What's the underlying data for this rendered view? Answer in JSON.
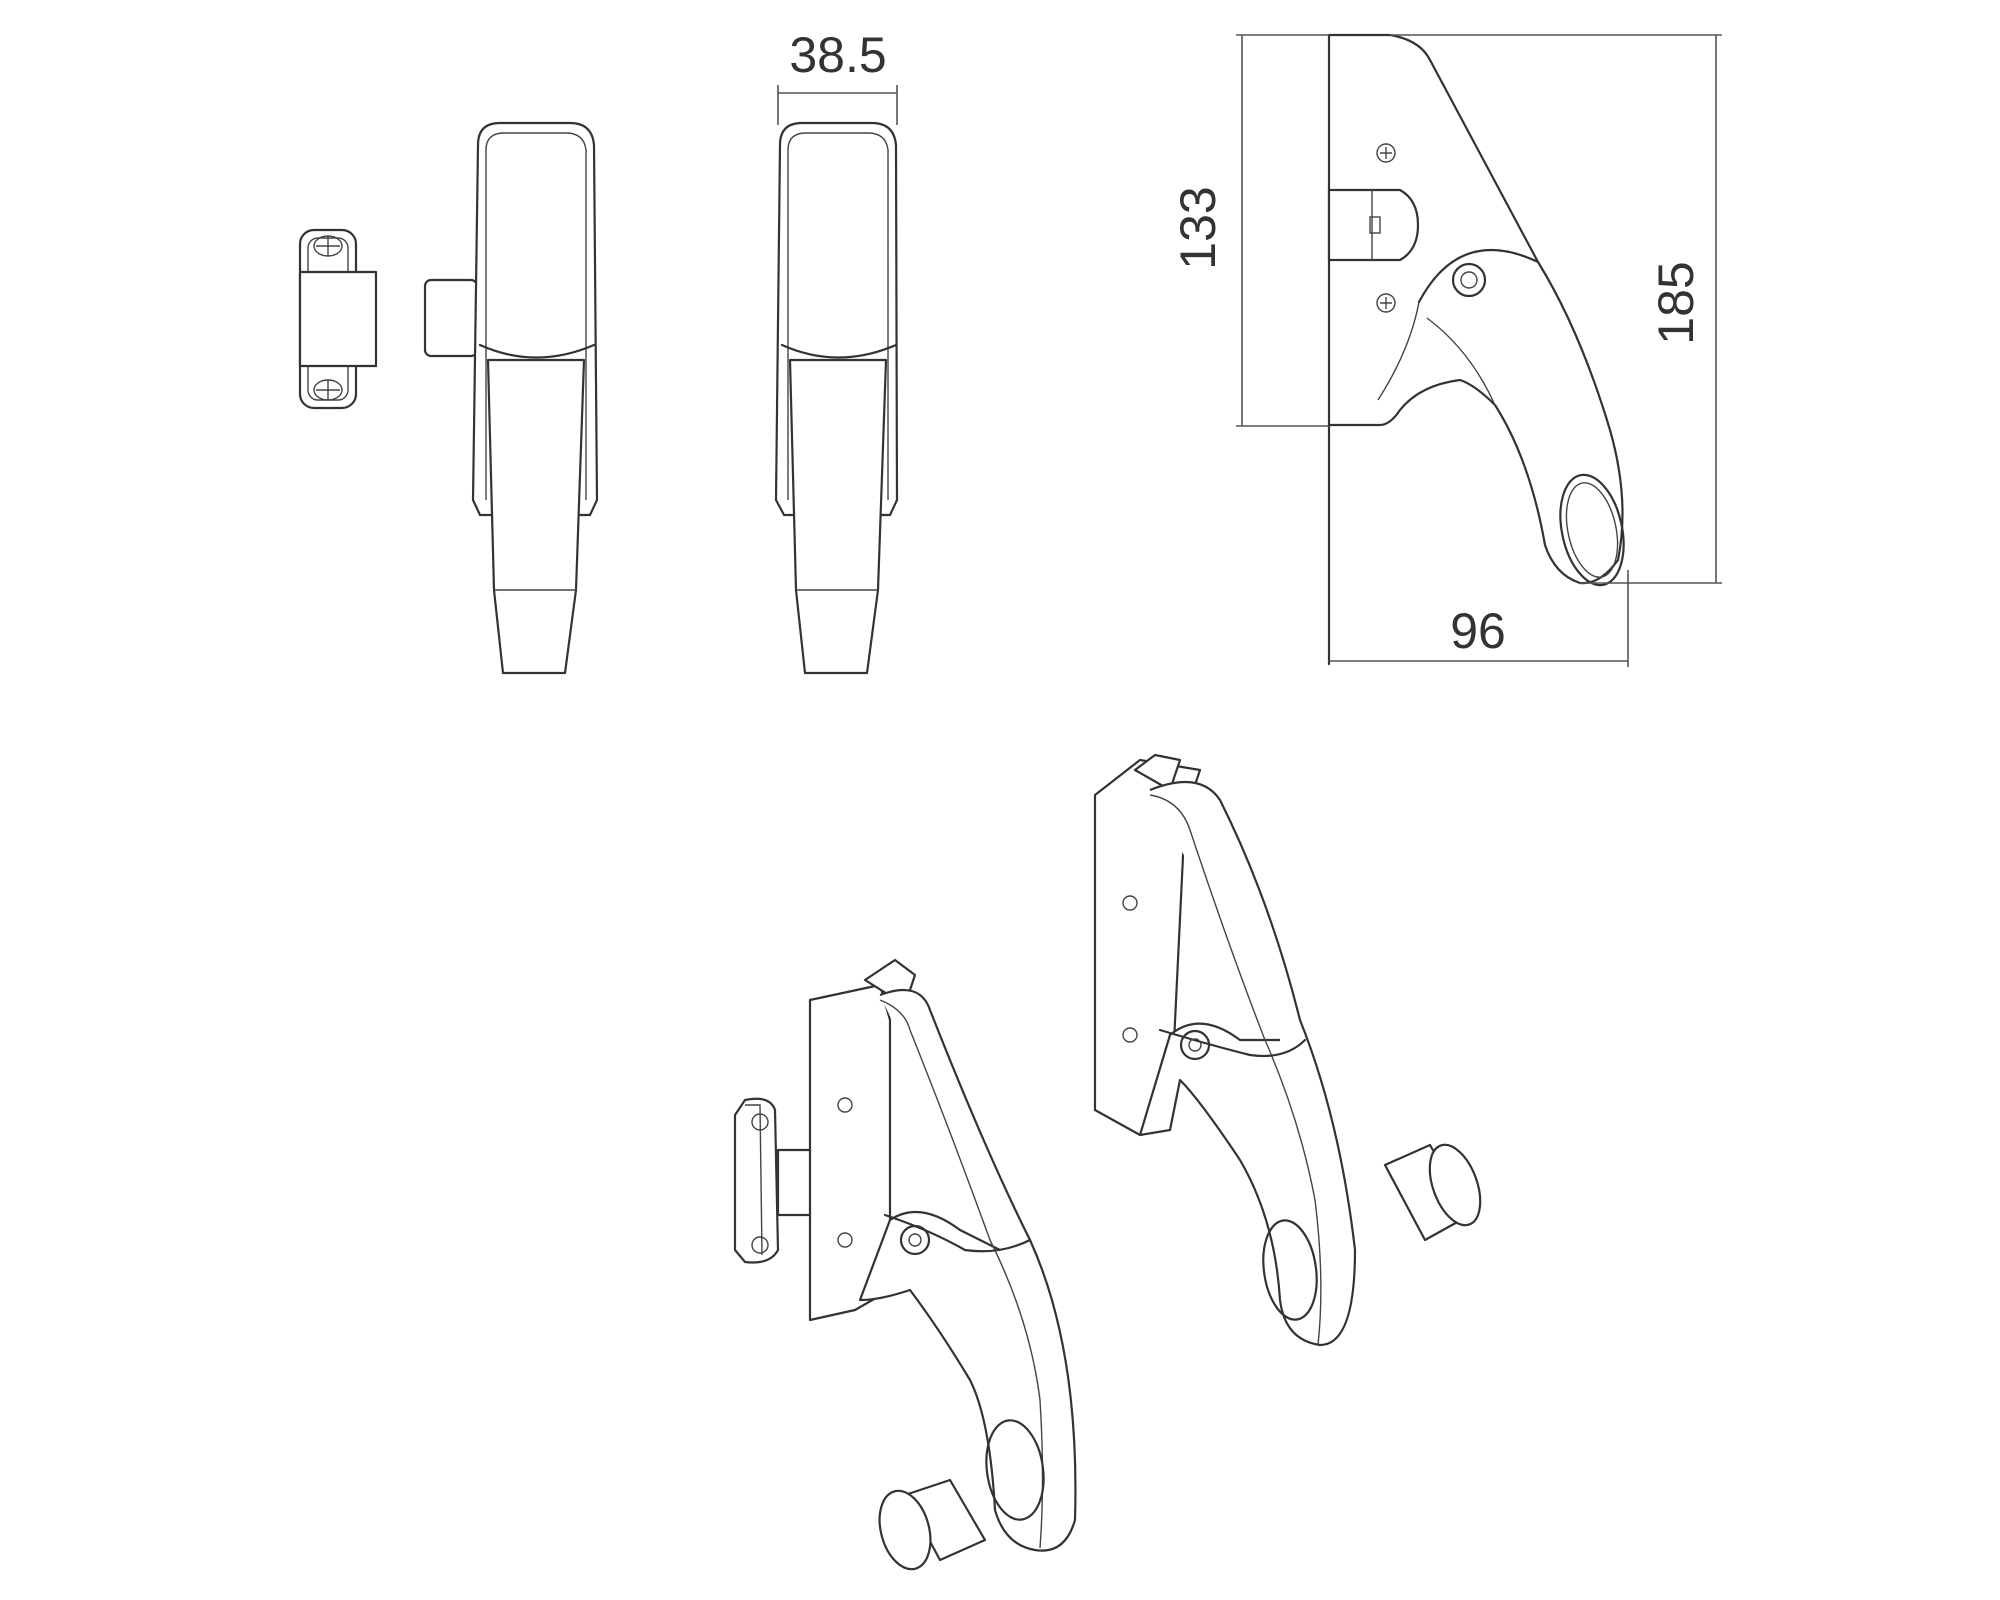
{
  "dimensions": {
    "width_front": "38.5",
    "height_plate": "133",
    "height_total": "185",
    "depth": "96"
  },
  "views": [
    "front-view-with-strike",
    "front-view",
    "side-view",
    "isometric-view-closed",
    "isometric-view-open"
  ]
}
